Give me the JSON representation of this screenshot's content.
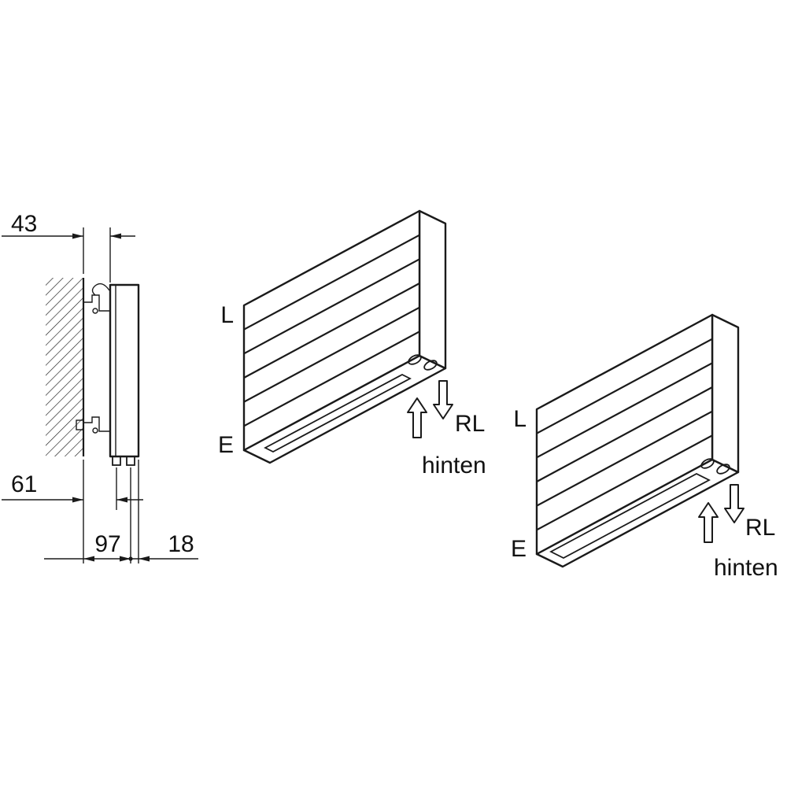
{
  "colors": {
    "line": "#1a1a1a",
    "background": "#ffffff"
  },
  "side_view": {
    "dim_top": "43",
    "dim_middle": "61",
    "dim_bottom_first": "97",
    "dim_bottom_second": "18"
  },
  "radiator_iso_left": {
    "label_top": "L",
    "label_bottom": "E",
    "flow_label": "RL",
    "direction_label": "hinten",
    "icons": {
      "up": "hollow-arrow-up",
      "down": "hollow-arrow-down"
    }
  },
  "radiator_iso_right": {
    "label_top": "L",
    "label_bottom": "E",
    "flow_label": "RL",
    "direction_label": "hinten",
    "icons": {
      "up": "hollow-arrow-up",
      "down": "hollow-arrow-down"
    }
  }
}
